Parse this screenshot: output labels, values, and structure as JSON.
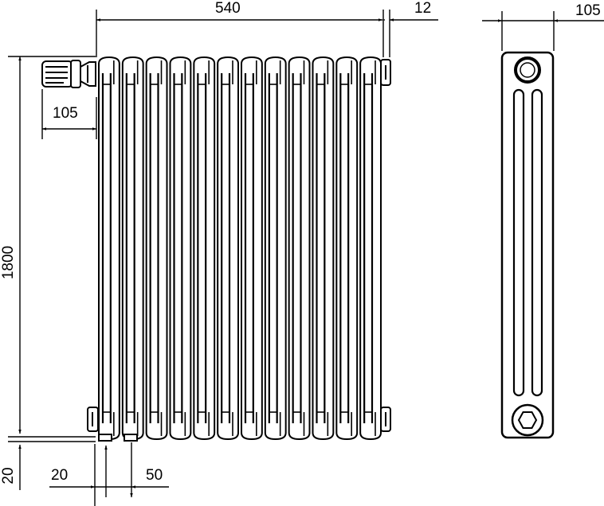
{
  "diagram": {
    "subject": "Tubular column radiator technical drawing",
    "front_view": {
      "sections": 12,
      "dimensions": {
        "width": "540",
        "end_cap": "12",
        "valve_projection": "105",
        "height": "1800",
        "bottom_clearance": "20",
        "connection_offset": "20",
        "connection_spacing": "50"
      }
    },
    "side_view": {
      "tubes": 3,
      "dimensions": {
        "depth": "105"
      },
      "top_fitting": "round-plug",
      "bottom_fitting": "hex-plug"
    },
    "colors": {
      "line": "#000000",
      "background": "#ffffff"
    }
  }
}
